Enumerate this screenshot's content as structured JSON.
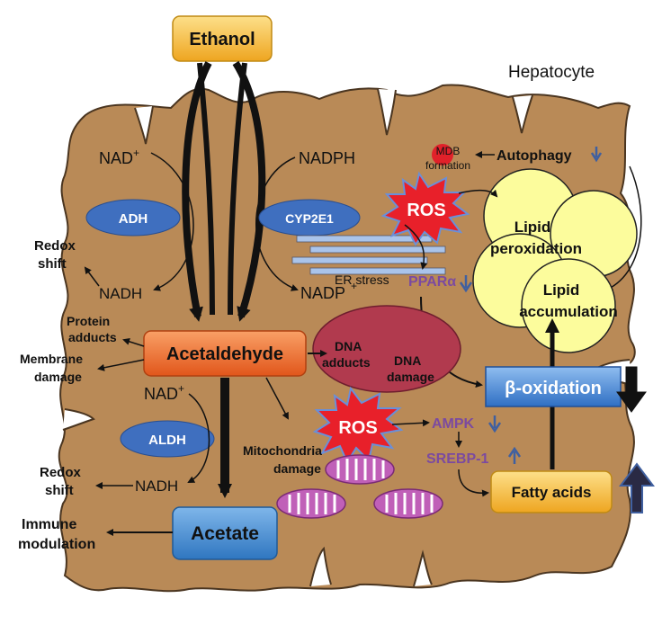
{
  "cell_label": "Hepatocyte",
  "nodes": {
    "ethanol": "Ethanol",
    "acetaldehyde": "Acetaldehyde",
    "acetate": "Acetate",
    "fatty_acids": "Fatty acids",
    "beta_oxidation": "β-oxidation"
  },
  "enzymes": {
    "adh": "ADH",
    "cyp2e1": "CYP2E1",
    "aldh": "ALDH"
  },
  "cofactors": {
    "nad_top": "NAD",
    "nadh_top": "NADH",
    "nadph": "NADPH",
    "nadp": "NADP",
    "nad_bottom": "NAD",
    "nadh_bottom": "NADH",
    "plus": "+"
  },
  "ros": {
    "top": "ROS",
    "bottom": "ROS"
  },
  "effects": {
    "redox_shift_top_line1": "Redox",
    "redox_shift_top_line2": "shift",
    "protein_adducts_line1": "Protein",
    "protein_adducts_line2": "adducts",
    "membrane_damage_line1": "Membrane",
    "membrane_damage_line2": "damage",
    "redox_shift_bottom_line1": "Redox",
    "redox_shift_bottom_line2": "shift",
    "immune_modulation_line1": "Immune",
    "immune_modulation_line2": "modulation",
    "er_stress": "ER stress",
    "dna_adducts_line1": "DNA",
    "dna_adducts_line2": "adducts",
    "dna_damage_line1": "DNA",
    "dna_damage_line2": "damage",
    "mito_damage_line1": "Mitochondria",
    "mito_damage_line2": "damage",
    "mdb_line1": "MDB",
    "mdb_line2": "formation",
    "autophagy": "Autophagy",
    "lipid_perox_line1": "Lipid",
    "lipid_perox_line2": "peroxidation",
    "lipid_accum_line1": "Lipid",
    "lipid_accum_line2": "accumulation"
  },
  "regulators": {
    "ppara": "PPARα",
    "ampk": "AMPK",
    "srebp1": "SREBP-1"
  },
  "colors": {
    "cell_fill": "#b98a57",
    "cell_stroke": "#4a3520",
    "enzyme_fill": "#3f6fbf",
    "ros_fill": "#e8202a",
    "ros_stroke": "#6a8fd8",
    "lipid_fill": "#fcfc9c",
    "nucleus_fill": "#b13a4e",
    "mito_fill": "#c060b8",
    "acetaldehyde_fill": "#ec6a2a",
    "acetate_fill": "#3d8ad0",
    "orange_box": "#f4b52d",
    "purple_text": "#7b4aa0",
    "beta_ox_fill": "#3d7fd0"
  }
}
